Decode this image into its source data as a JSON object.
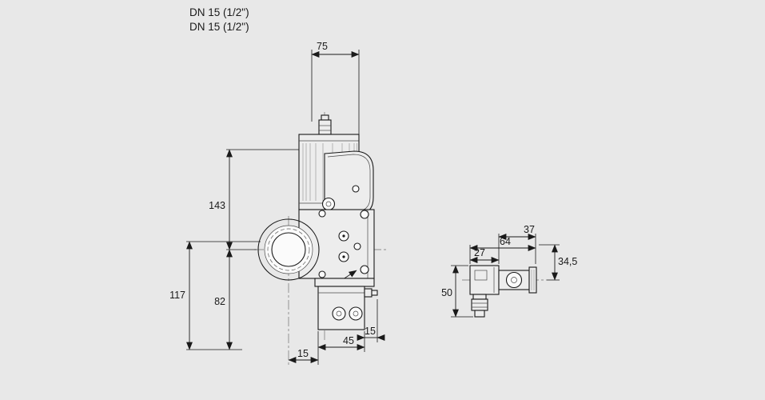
{
  "header": {
    "line1": "DN 15 (1/2\")",
    "line2": "DN 15 (1/2\")"
  },
  "main_view": {
    "dim_75": "75",
    "dim_143": "143",
    "dim_117": "117",
    "dim_82": "82",
    "dim_15_left": "15",
    "dim_45": "45",
    "dim_15_right": "15"
  },
  "coil_view": {
    "dim_27": "27",
    "dim_64": "64",
    "dim_37": "37",
    "dim_34_5": "34,5",
    "dim_50": "50"
  },
  "colors": {
    "background": "#e8e8e8",
    "line": "#1a1a1a"
  }
}
